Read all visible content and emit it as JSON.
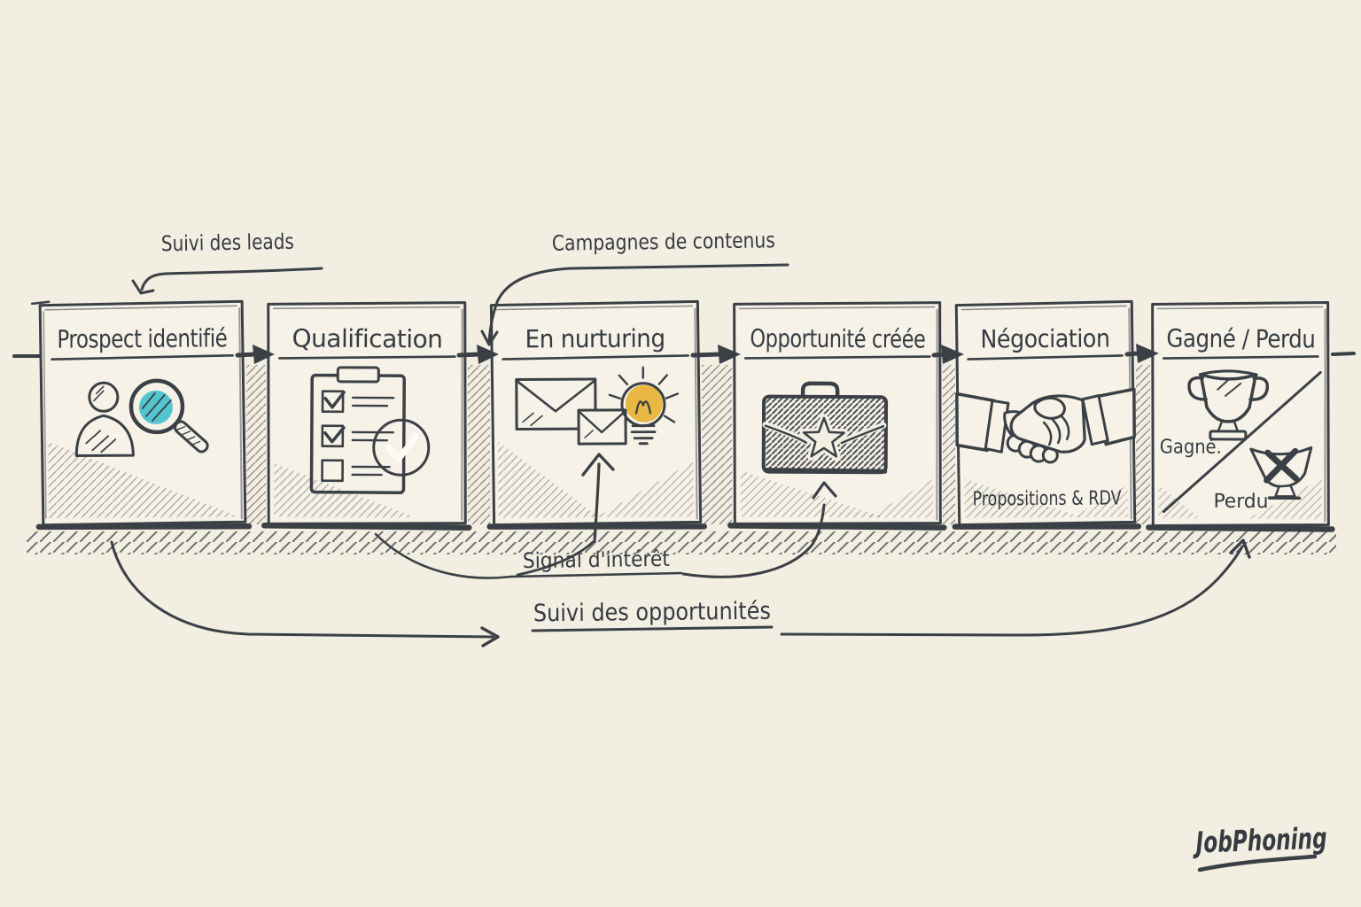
{
  "palette": {
    "background": "#f3eee2",
    "box_fill": "#f6f2e7",
    "ink": "#3a4045",
    "accent_yellow": "#e9b844",
    "accent_teal": "#52c5cf"
  },
  "pipeline": {
    "stages": [
      {
        "label": "Prospect identifié",
        "icon": "person-magnifier-icon"
      },
      {
        "label": "Qualification",
        "icon": "checklist-icon"
      },
      {
        "label": "En nurturing",
        "icon": "emails-lightbulb-icon"
      },
      {
        "label": "Opportunité créée",
        "icon": "briefcase-star-icon"
      },
      {
        "label": "Négociation",
        "icon": "handshake-icon",
        "note": "Propositions & RDV"
      },
      {
        "label": "Gagné / Perdu",
        "icon": "trophies-icon",
        "won_label": "Gagné.",
        "lost_label": "Perdu"
      }
    ]
  },
  "annotations": {
    "leads": "Suivi des leads",
    "campaigns": "Campagnes de contenus",
    "interest_signal": "Signal d'intérêt",
    "opportunities": "Suivi des opportunités"
  },
  "brand": {
    "name": "JobPhoning"
  }
}
